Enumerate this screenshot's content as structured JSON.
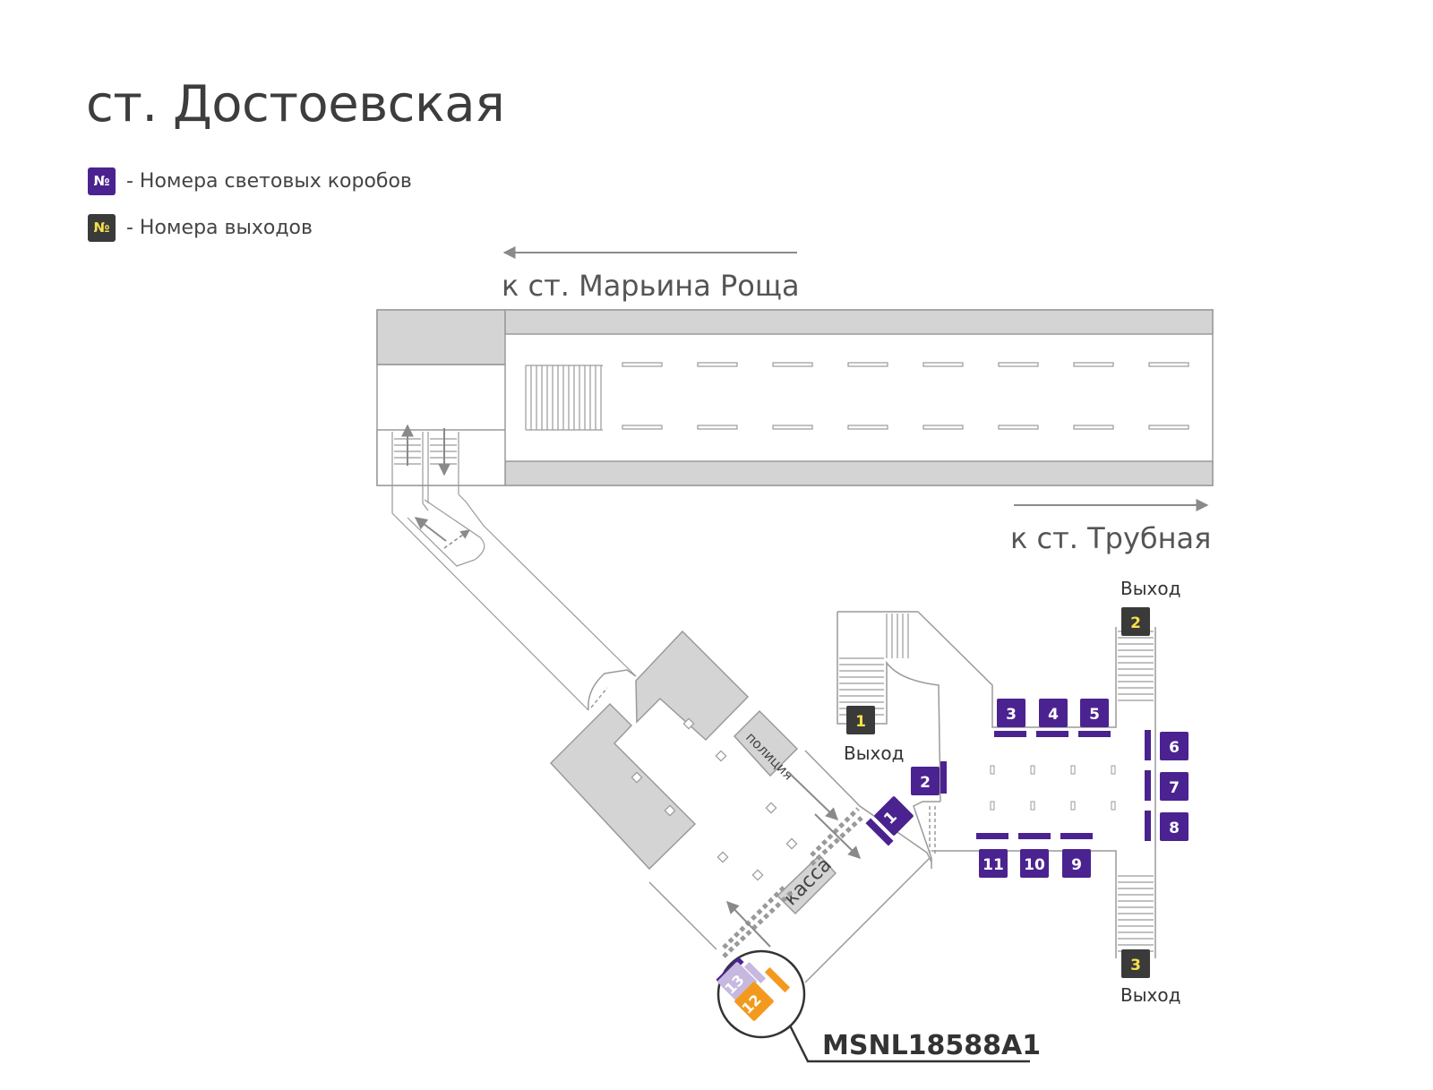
{
  "station_title": "ст. Достоевская",
  "legend": [
    {
      "badge": "№",
      "text": "- Номера световых коробов",
      "color": "#4b2390",
      "badge_text_color": "#ffffff"
    },
    {
      "badge": "№",
      "text": "- Номера выходов",
      "color": "#3a3a3a",
      "badge_text_color": "#f5e14b"
    }
  ],
  "directions": {
    "north": "к ст. Марьина Роща",
    "south": "к ст. Трубная"
  },
  "exit_label": "Выход",
  "exits": [
    "1",
    "2",
    "3"
  ],
  "lightboxes": [
    "1",
    "2",
    "3",
    "4",
    "5",
    "6",
    "7",
    "8",
    "9",
    "10",
    "11",
    "12",
    "13"
  ],
  "rooms": {
    "police": "полиция",
    "cashier": "касса"
  },
  "highlight": {
    "code": "MSNL18588A1",
    "boxes": [
      "12",
      "13"
    ]
  },
  "colors": {
    "lightbox": "#4b2390",
    "exit_badge": "#3a3a3a",
    "exit_number": "#f5e14b",
    "highlight": "#f39a1e",
    "highlight_secondary": "#c7b8e0",
    "wall": "#d4d4d4",
    "line": "#8a8a8a"
  }
}
